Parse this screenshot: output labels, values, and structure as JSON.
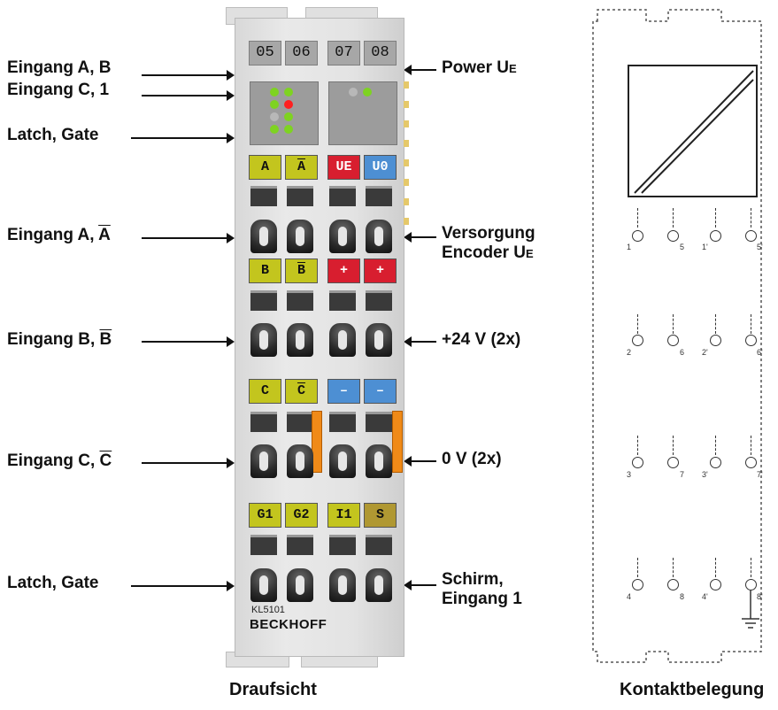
{
  "left_labels": {
    "eingang_ab": "Eingang A, B",
    "eingang_c1": "Eingang C, 1",
    "latch_gate_top": "Latch, Gate",
    "eingang_a_prefix": "Eingang A, ",
    "eingang_a_bar": "A",
    "eingang_b_prefix": "Eingang B, ",
    "eingang_b_bar": "B",
    "eingang_c_prefix": "Eingang C, ",
    "eingang_c_bar": "C",
    "latch_gate_bottom": "Latch, Gate"
  },
  "right_labels": {
    "power_main": "Power U",
    "power_sub": "E",
    "versorgung_line1": "Versorgung",
    "versorgung_line2_main": "Encoder U",
    "versorgung_line2_sub": "E",
    "plus24": "+24 V (2x)",
    "zero_v": "0 V (2x)",
    "schirm_line1": "Schirm,",
    "schirm_line2": "Eingang 1"
  },
  "terminal": {
    "channels": [
      "05",
      "06",
      "07",
      "08"
    ],
    "row1": [
      "A",
      "A",
      "UE",
      "U0"
    ],
    "row2": [
      "B",
      "B",
      "+",
      "+"
    ],
    "row3": [
      "C",
      "C",
      "–",
      "–"
    ],
    "row4": [
      "G1",
      "G2",
      "I1",
      "S"
    ],
    "model": "KL5101",
    "brand": "BECKHOFF"
  },
  "contacts": {
    "row1": [
      "1",
      "5",
      "1'",
      "5'"
    ],
    "row2": [
      "2",
      "6",
      "2'",
      "6'"
    ],
    "row3": [
      "3",
      "7",
      "3'",
      "7'"
    ],
    "row4": [
      "4",
      "8",
      "4'",
      "8'"
    ]
  },
  "captions": {
    "left": "Draufsicht",
    "right": "Kontaktbelegung"
  }
}
